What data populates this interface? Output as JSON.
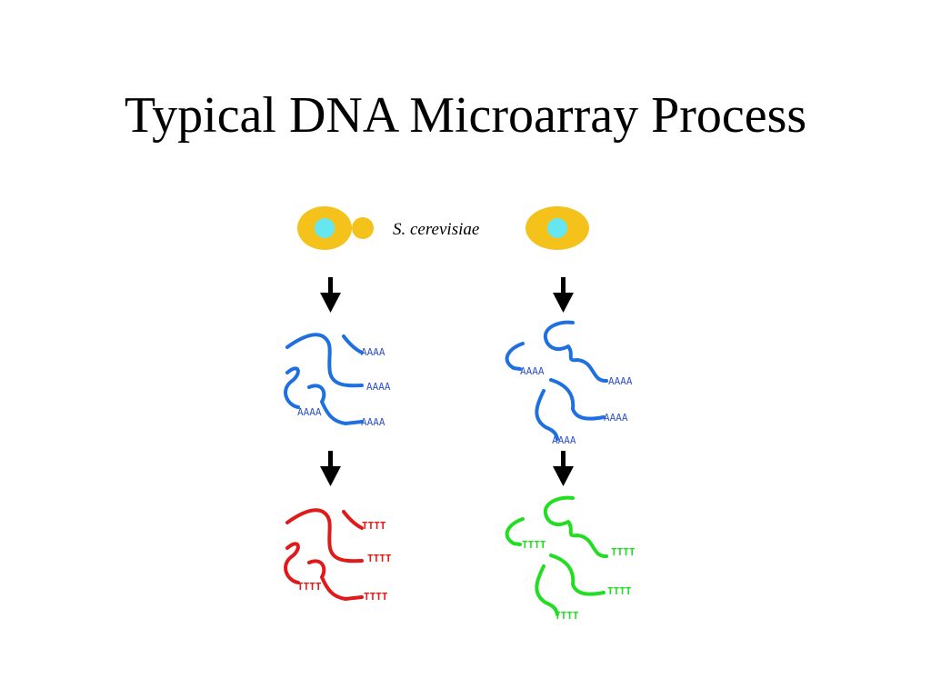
{
  "title": "Typical DNA Microarray Process",
  "organism": "S. cerevisiae",
  "mrna_tail": "AAAA",
  "cdna_tail": "TTTT",
  "colors": {
    "cell_body": "#F4C21A",
    "nucleus": "#66E6F0",
    "mrna": "#1E6FE0",
    "mrna_text": "#3355CC",
    "cdna_left": "#E01A1A",
    "cdna_right": "#22DD22",
    "arrow": "#000000"
  }
}
